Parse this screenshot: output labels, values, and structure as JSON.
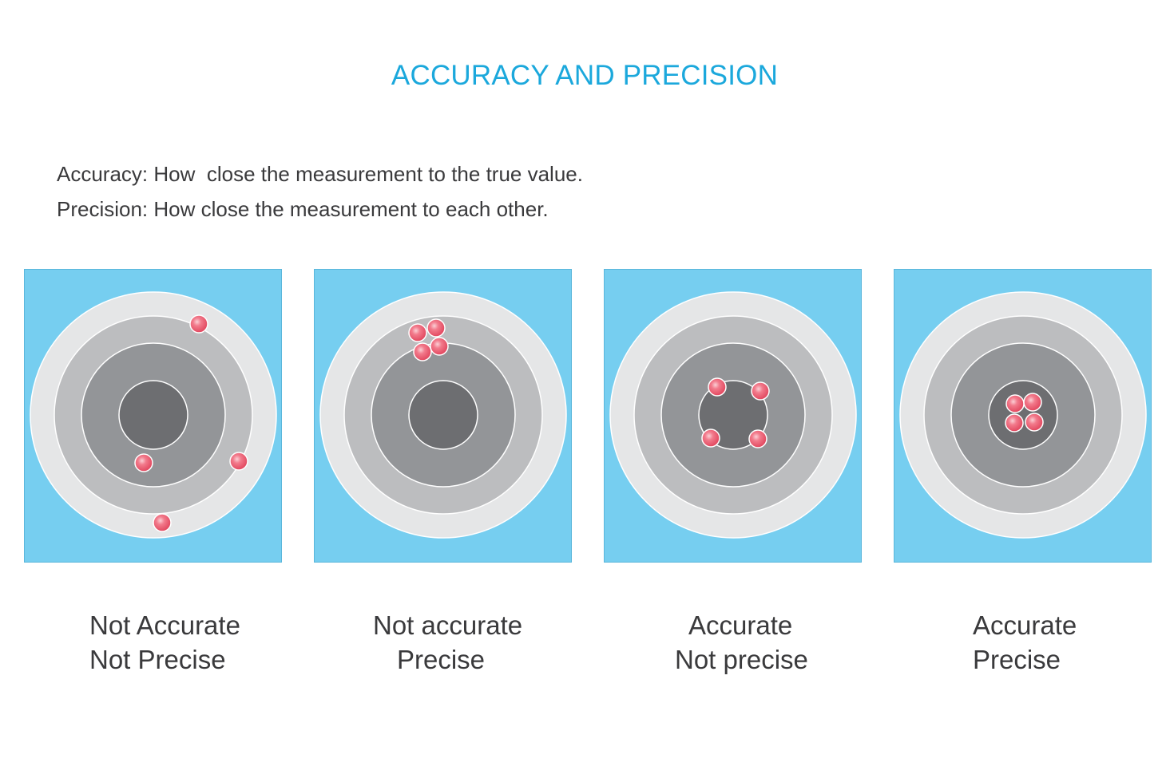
{
  "title": "ACCURACY AND PRECISION",
  "definitions": {
    "accuracy": "Accuracy: How  close the measurement to the true value.",
    "precision": "Precision: How close the measurement to each other."
  },
  "colors": {
    "title": "#1ba8dc",
    "background_square": "#76cef0",
    "ring_outer": "#e5e6e7",
    "ring_2": "#bcbdbf",
    "ring_3": "#939598",
    "bullseye": "#6d6e71",
    "hit": "#ee5a6f",
    "text": "#3a3a3c"
  },
  "targets": [
    {
      "caption_line1": "Not Accurate",
      "caption_line2": "Not Precise",
      "accuracy": "not accurate",
      "precision": "not precise"
    },
    {
      "caption_line1": "Not accurate",
      "caption_line2": "Precise",
      "accuracy": "not accurate",
      "precision": "precise"
    },
    {
      "caption_line1": "Accurate",
      "caption_line2": "Not precise",
      "accuracy": "accurate",
      "precision": "not precise"
    },
    {
      "caption_line1": "Accurate",
      "caption_line2": "Precise",
      "accuracy": "accurate",
      "precision": "precise"
    }
  ]
}
